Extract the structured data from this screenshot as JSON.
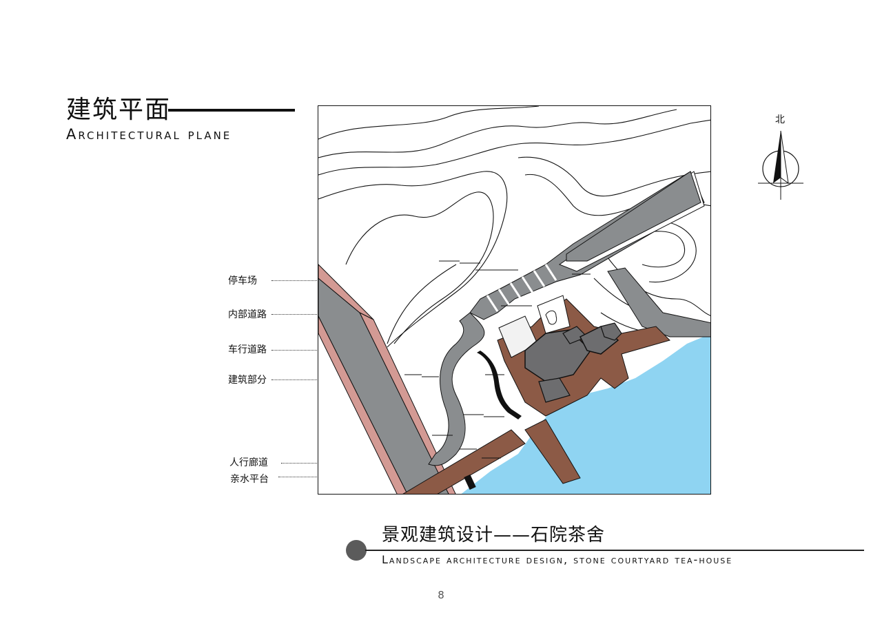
{
  "title": {
    "cn": "建筑平面",
    "en": "Architectural plane"
  },
  "labels": [
    {
      "id": "parking",
      "text": "停车场"
    },
    {
      "id": "internal-road",
      "text": "内部道路"
    },
    {
      "id": "vehicle-road",
      "text": "车行道路"
    },
    {
      "id": "building",
      "text": "建筑部分"
    },
    {
      "id": "pedestrian-corridor",
      "text": "人行廊道"
    },
    {
      "id": "waterfront-platform",
      "text": "亲水平台"
    }
  ],
  "north": {
    "label": "北"
  },
  "footer": {
    "title_cn": "景观建筑设计——石院茶舍",
    "title_en": "Landscape architecture design, stone courtyard tea-house"
  },
  "page_number": "8",
  "colors": {
    "road": "#8a8d8f",
    "building_brown": "#8c5a46",
    "roof_dark": "#6d6d6f",
    "water": "#8fd4f2",
    "pink_strip": "#d39a94",
    "contour": "#111111"
  }
}
